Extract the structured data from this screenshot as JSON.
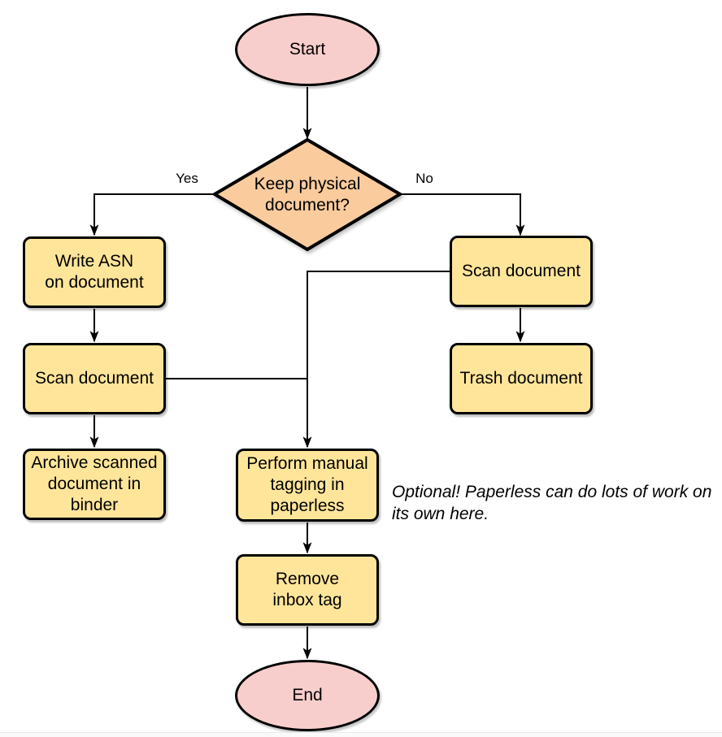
{
  "colors": {
    "terminal_fill": "#f8cecc",
    "decision_fill": "#f9cb9d",
    "process_fill": "#ffe59a",
    "stroke": "#000000",
    "line": "#000000"
  },
  "nodes": {
    "start": {
      "label": "Start"
    },
    "decision": {
      "label": "Keep physical\ndocument?"
    },
    "write_asn": {
      "label": "Write ASN\non document"
    },
    "scan_left": {
      "label": "Scan document"
    },
    "archive": {
      "label": "Archive scanned\ndocument in\nbinder"
    },
    "scan_right": {
      "label": "Scan document"
    },
    "trash": {
      "label": "Trash document"
    },
    "tagging": {
      "label": "Perform manual\ntagging in\npaperless"
    },
    "remove_tag": {
      "label": "Remove\ninbox tag"
    },
    "end": {
      "label": "End"
    }
  },
  "edge_labels": {
    "yes": "Yes",
    "no": "No"
  },
  "annotation": "Optional! Paperless can do lots of work on\nits own here."
}
